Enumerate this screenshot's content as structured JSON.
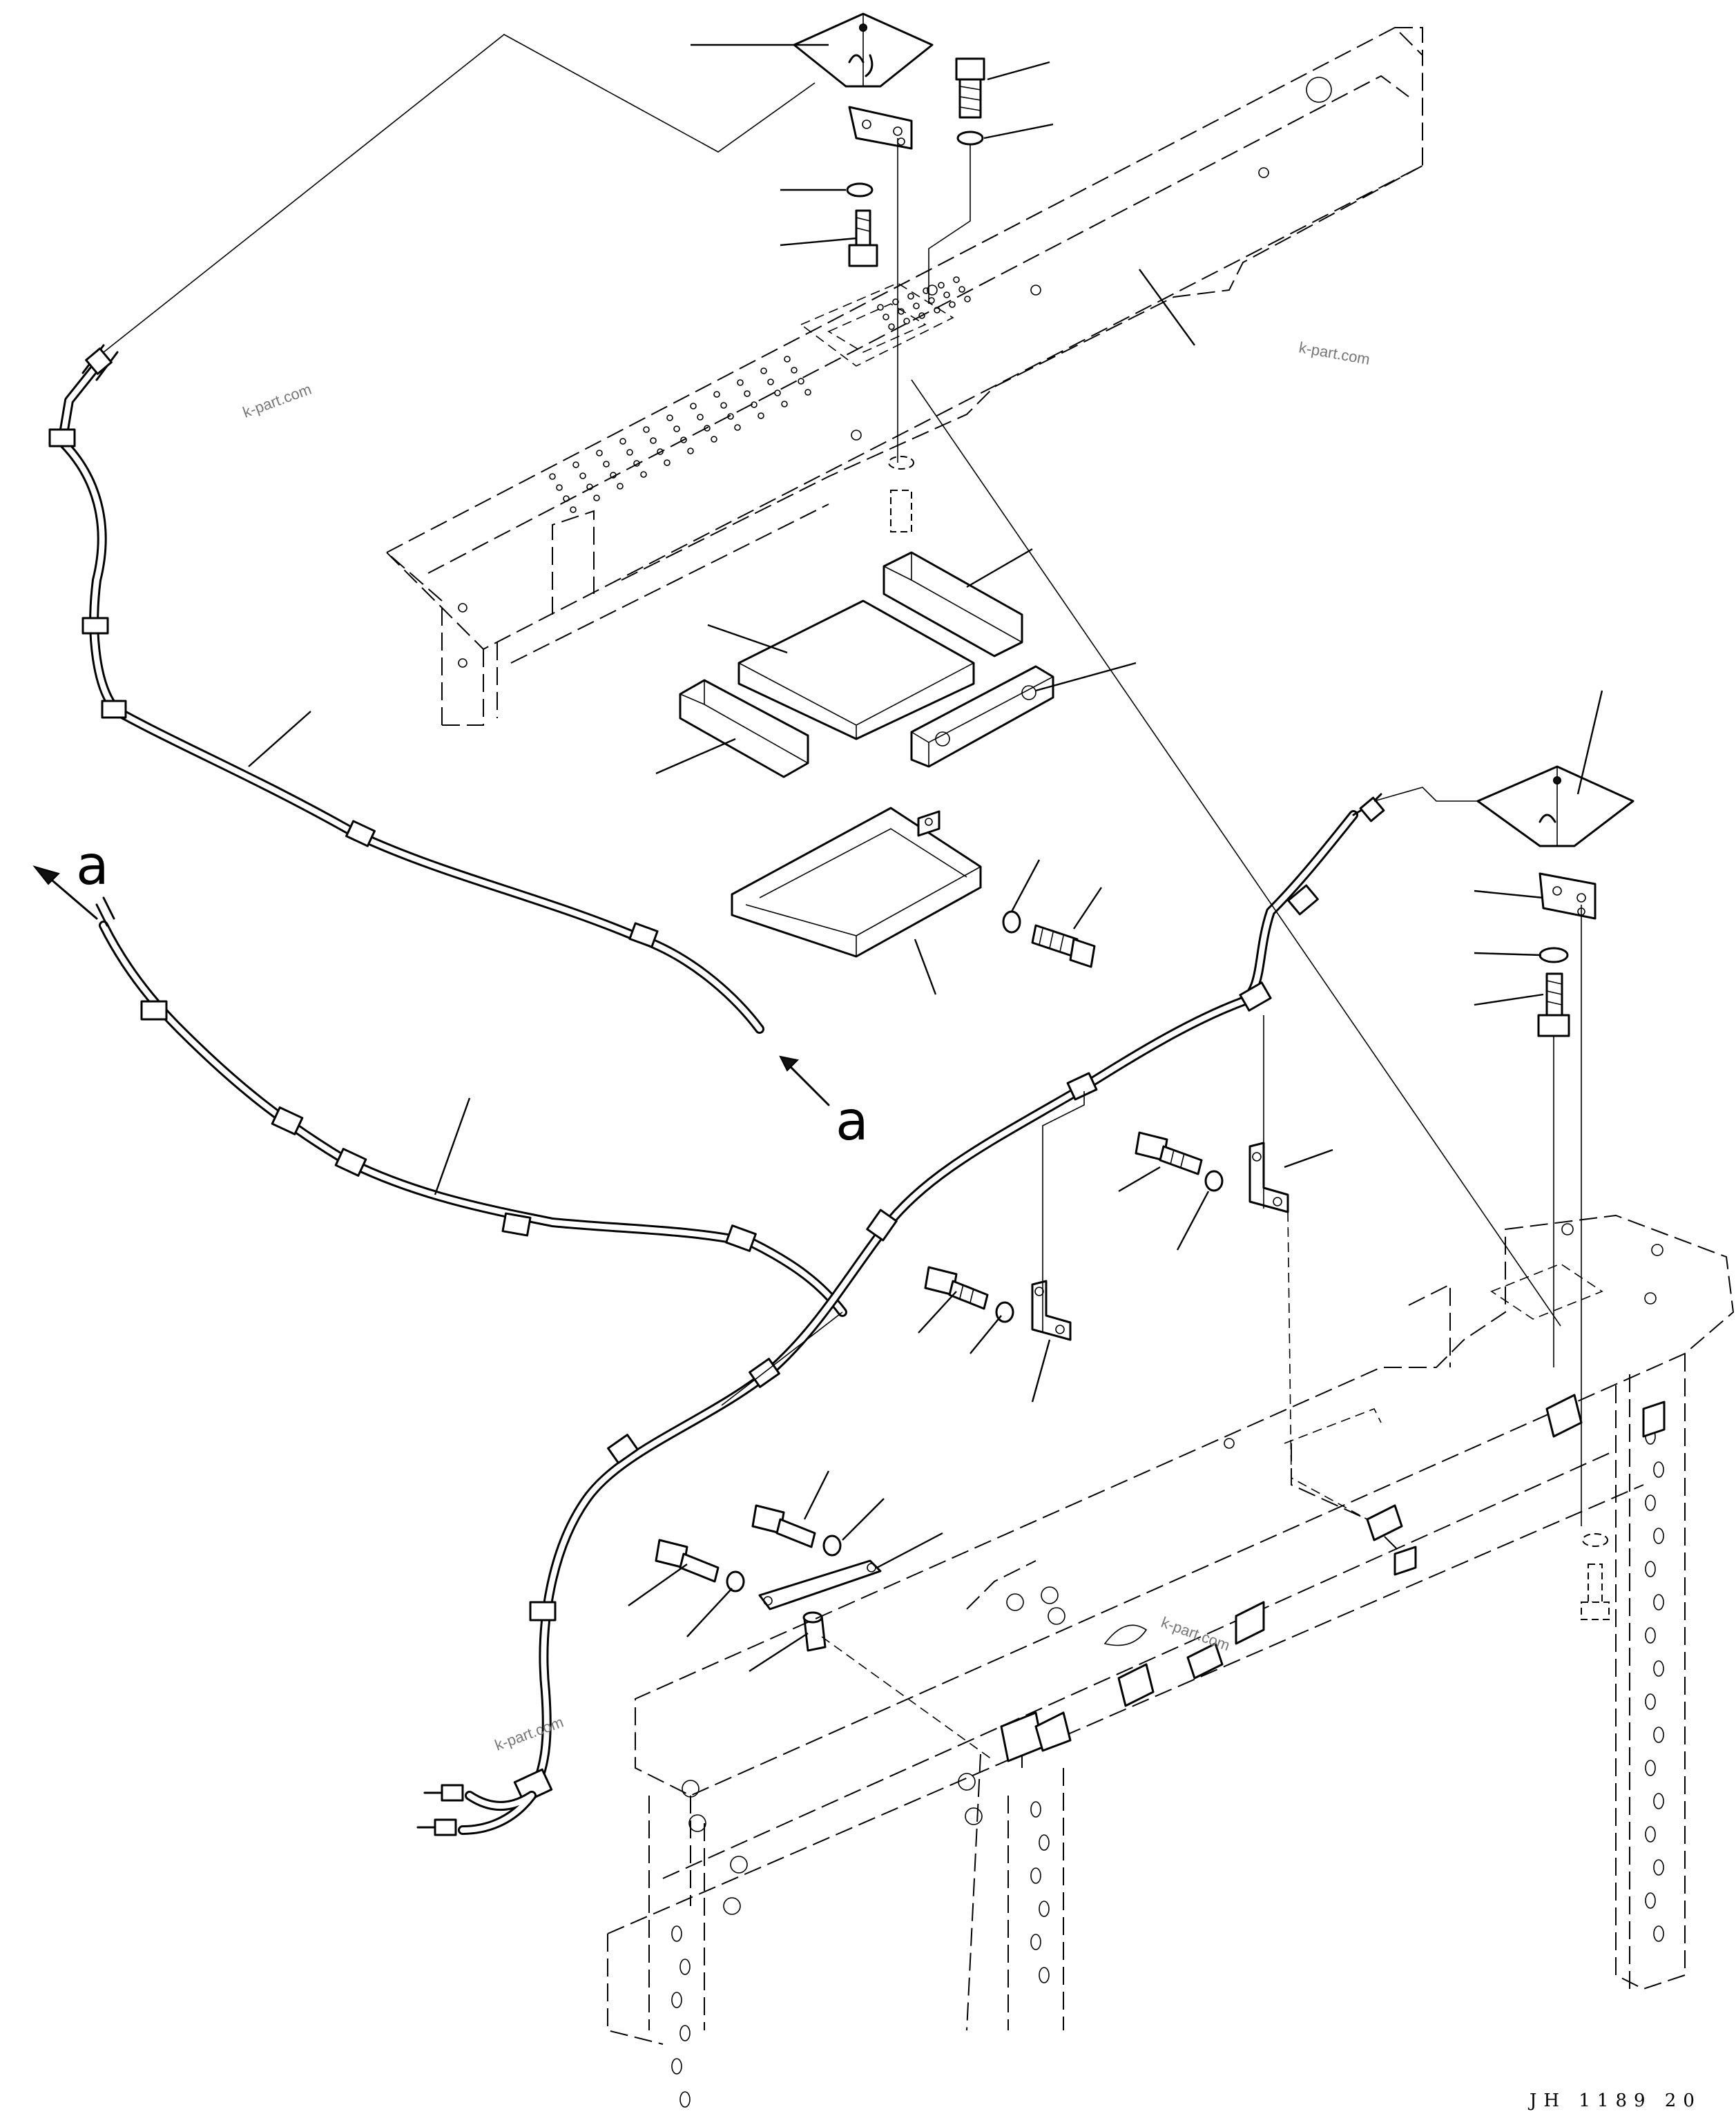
{
  "diagram": {
    "view_letters": [
      "a",
      "a"
    ],
    "watermarks": [
      "k-part.com",
      "k-part.com",
      "k-part.com",
      "k-part.com"
    ],
    "drawing_code": "JH 1189 20"
  },
  "colors": {
    "line": "#000000",
    "background": "#ffffff",
    "watermark": "#777777"
  }
}
